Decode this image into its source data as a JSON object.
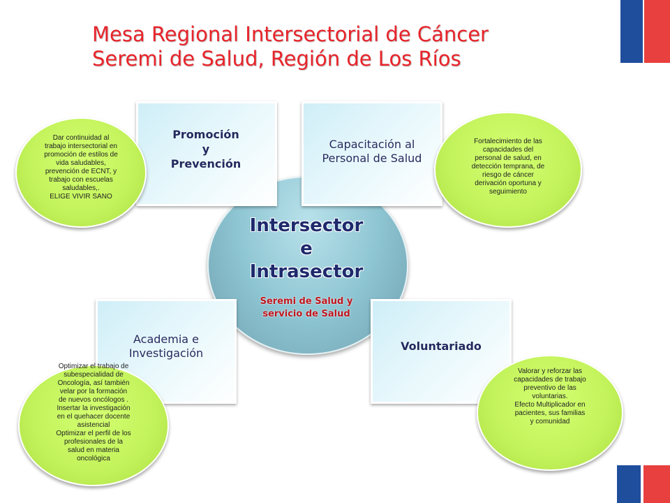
{
  "title": {
    "line1": "Mesa Regional Intersectorial de Cáncer",
    "line2": "Seremi de Salud, Región de Los Ríos"
  },
  "center": {
    "main_line1": "Intersector",
    "main_line2": "e",
    "main_line3": "Intrasector",
    "sub_line1": "Seremi de Salud y",
    "sub_line2": "servicio de Salud"
  },
  "boxes": {
    "promocion": {
      "line1": "Promoción",
      "line2": "y",
      "line3": "Prevención"
    },
    "capacitacion": {
      "line1": "Capacitación al",
      "line2": "Personal de Salud"
    },
    "academia": {
      "line1": "Academia e",
      "line2": "Investigación"
    },
    "voluntariado": {
      "line1": "Voluntariado"
    }
  },
  "ovals": {
    "promocion": "Dar continuidad al\ntrabajo intersectorial en\npromoción de estilos de\nvida saludables,\nprevención de ECNT,  y\ntrabajo con escuelas\nsaludables,.\nELIGE VIVIR SANO",
    "capacitacion": "Fortalecimiento de las\ncapacidades  del\npersonal de salud, en\ndetección temprana, de\nriesgo de cáncer\nderivación oportuna y\nseguimiento",
    "academia": "Optimizar el trabajo de\nsubespecialidad de\nOncología, así también\nvelar por la formación\nde nuevos oncólogos .\nInsertar la investigación\nen el quehacer docente\nasistencial\nOptimizar el perfil de los\nprofesionales de la\nsalud en materia\noncológica",
    "voluntariado": "Valorar y reforzar las\ncapacidades  de trabajo\npreventivo de las\nvoluntarias.\nEfecto Multiplicador en\npacientes, sus familias\ny comunidad"
  },
  "colors": {
    "title": "#e8242b",
    "flag_blue": "#1f4e9c",
    "flag_red": "#e8403f",
    "oval_green": "#c2f25a",
    "center_text": "#1e2a6c",
    "center_sub": "#c0171f"
  }
}
